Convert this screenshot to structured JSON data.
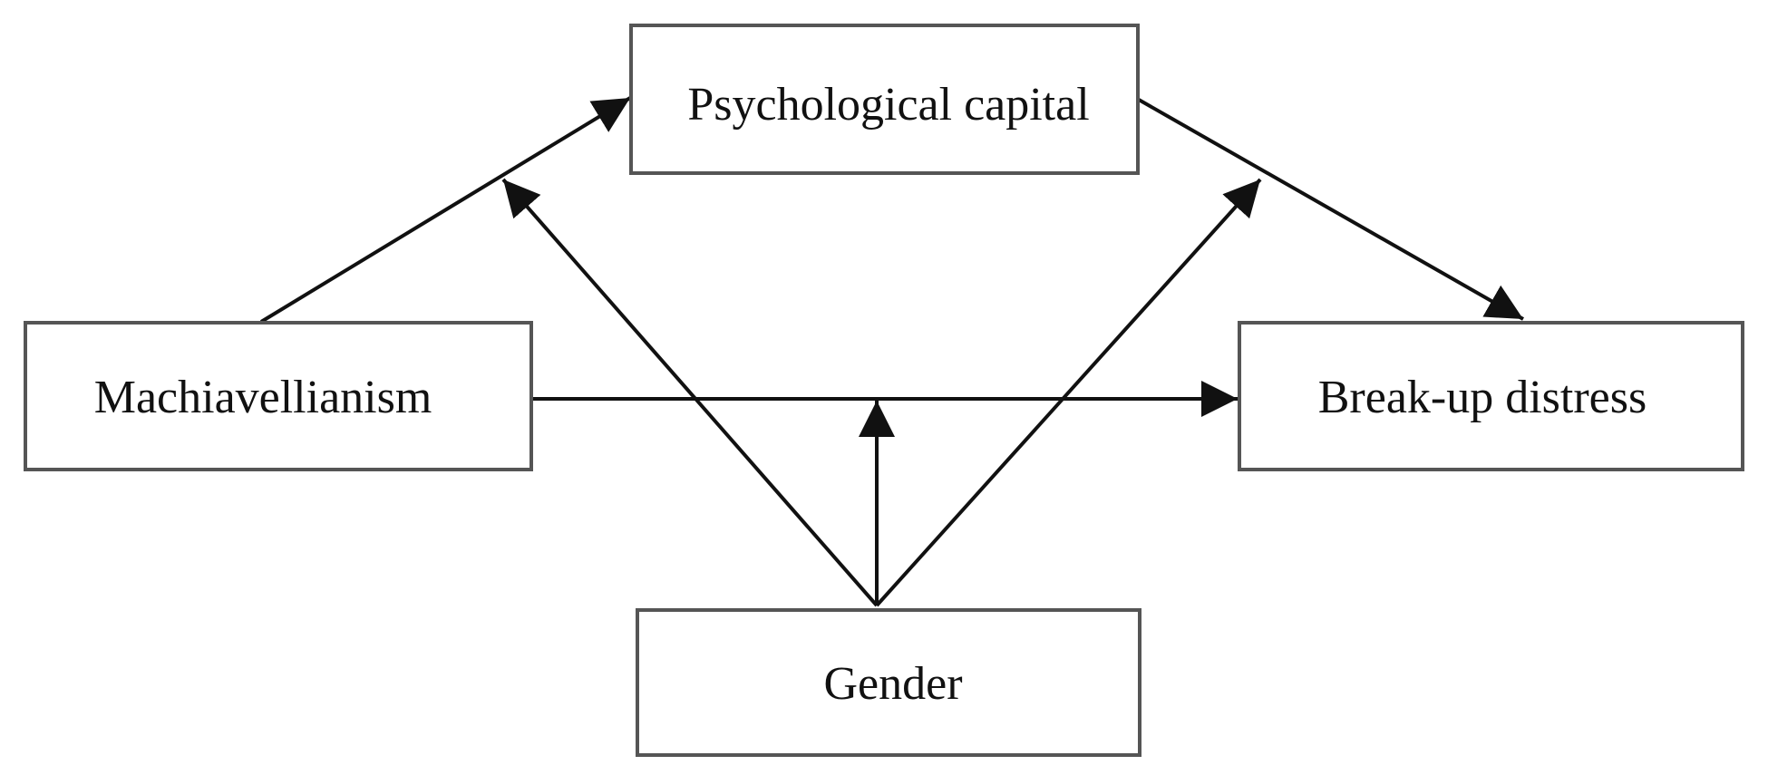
{
  "nodes": {
    "psychological_capital": {
      "label": "Psychological capital"
    },
    "machiavellianism": {
      "label": "Machiavellianism"
    },
    "break_up_distress": {
      "label": "Break-up distress"
    },
    "gender": {
      "label": "Gender"
    }
  },
  "edges": [
    {
      "from": "Machiavellianism",
      "to": "Psychological capital",
      "kind": "path"
    },
    {
      "from": "Psychological capital",
      "to": "Break-up distress",
      "kind": "path"
    },
    {
      "from": "Machiavellianism",
      "to": "Break-up distress",
      "kind": "path"
    },
    {
      "from": "Gender",
      "to": "Machiavellianism → Psychological capital",
      "kind": "moderation"
    },
    {
      "from": "Gender",
      "to": "Psychological capital → Break-up distress",
      "kind": "moderation"
    },
    {
      "from": "Gender",
      "to": "Machiavellianism → Break-up distress",
      "kind": "moderation"
    }
  ],
  "colors": {
    "line": "#111111",
    "box_border": "#555555",
    "text": "#111111",
    "background": "#ffffff"
  }
}
